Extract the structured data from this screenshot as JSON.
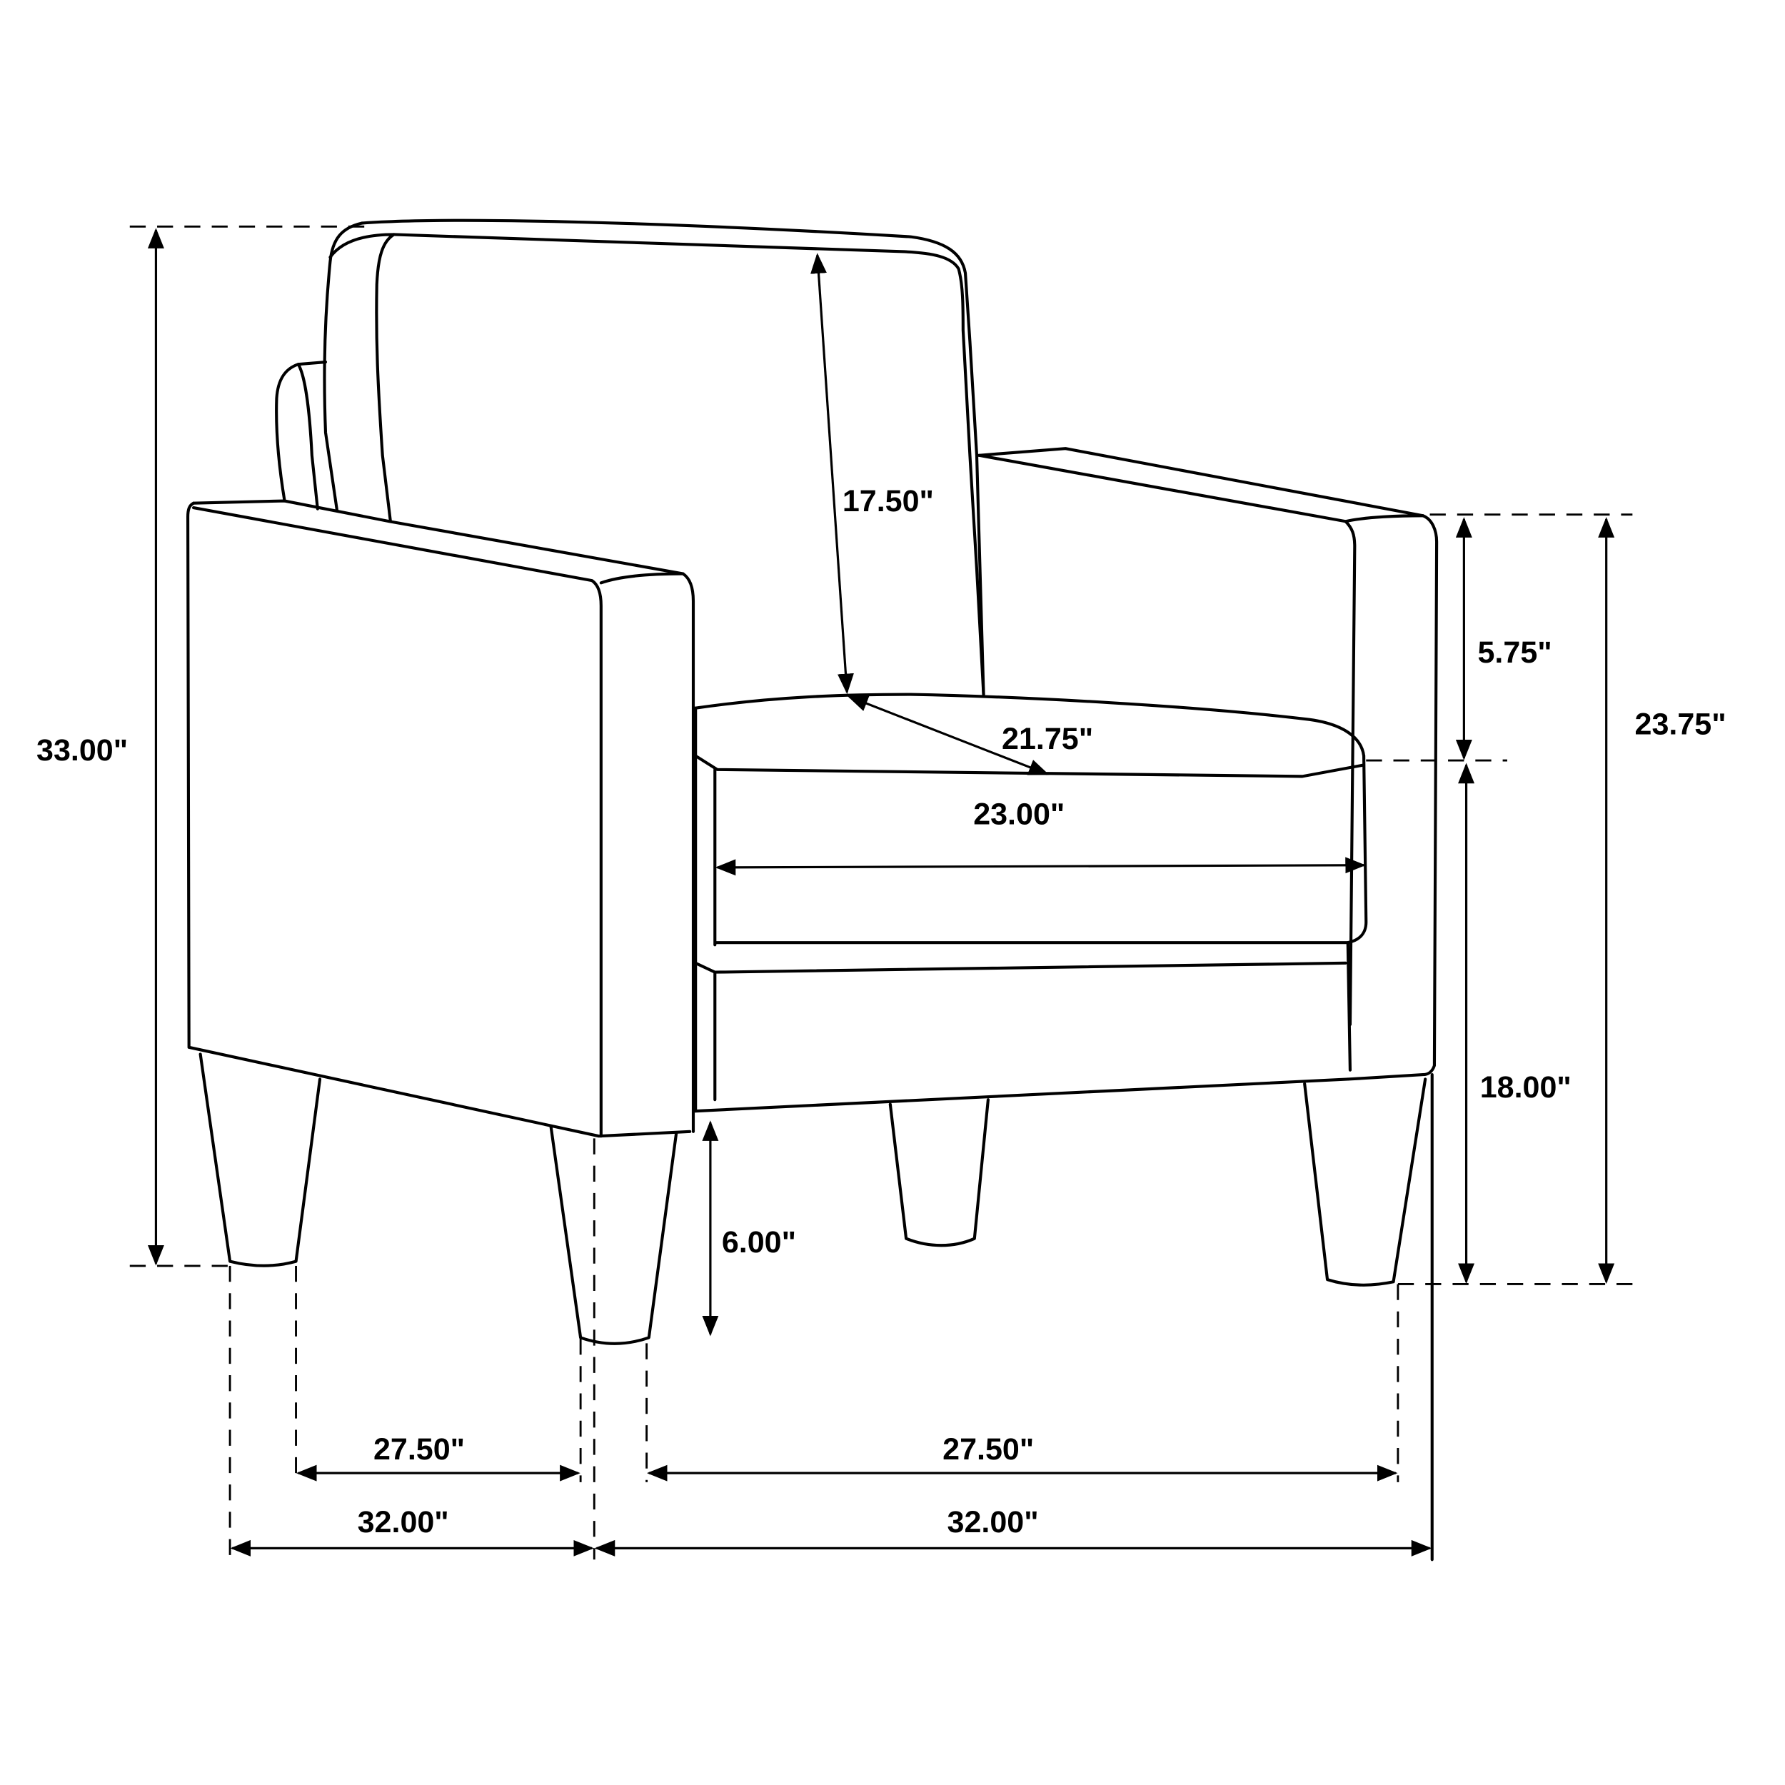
{
  "diagram": {
    "subject": "Armchair dimension drawing",
    "unit": "inches",
    "line_color": "#000000",
    "background": "#ffffff",
    "dimensions": {
      "overall_height": "33.00\"",
      "back_height": "17.50\"",
      "seat_depth": "21.75\"",
      "seat_width": "23.00\"",
      "arm_above_seat": "5.75\"",
      "arm_height": "23.75\"",
      "seat_height": "18.00\"",
      "leg_clearance": "6.00\"",
      "inner_depth_leg": "27.50\"",
      "inner_width_leg": "27.50\"",
      "overall_depth": "32.00\"",
      "overall_width": "32.00\""
    }
  }
}
